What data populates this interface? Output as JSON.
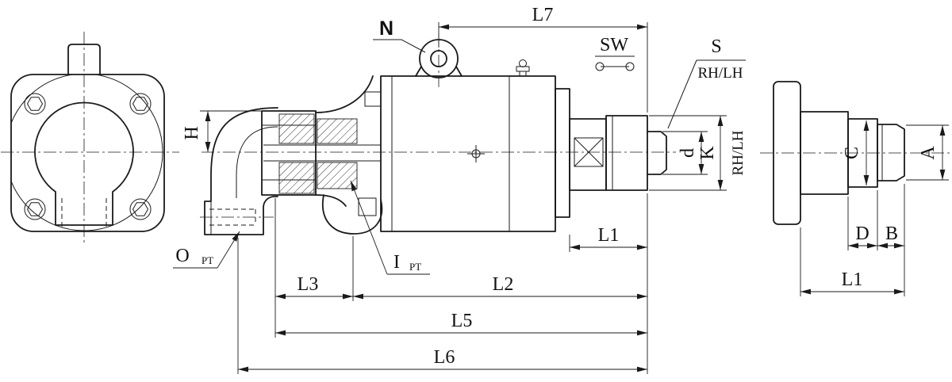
{
  "drawing": {
    "colors": {
      "line": "#1a1a1a",
      "background": "#ffffff"
    },
    "labels": {
      "n": "N",
      "l7": "L7",
      "sw": "SW",
      "s": "S",
      "rh_lh": "RH/LH",
      "h": "H",
      "d_small": "d",
      "k": "K",
      "o": "O",
      "pt": "PT",
      "i": "I",
      "l1": "L1",
      "l2": "L2",
      "l3": "L3",
      "l5": "L5",
      "l6": "L6",
      "a": "A",
      "b": "B",
      "c": "C",
      "d_cap": "D"
    }
  }
}
